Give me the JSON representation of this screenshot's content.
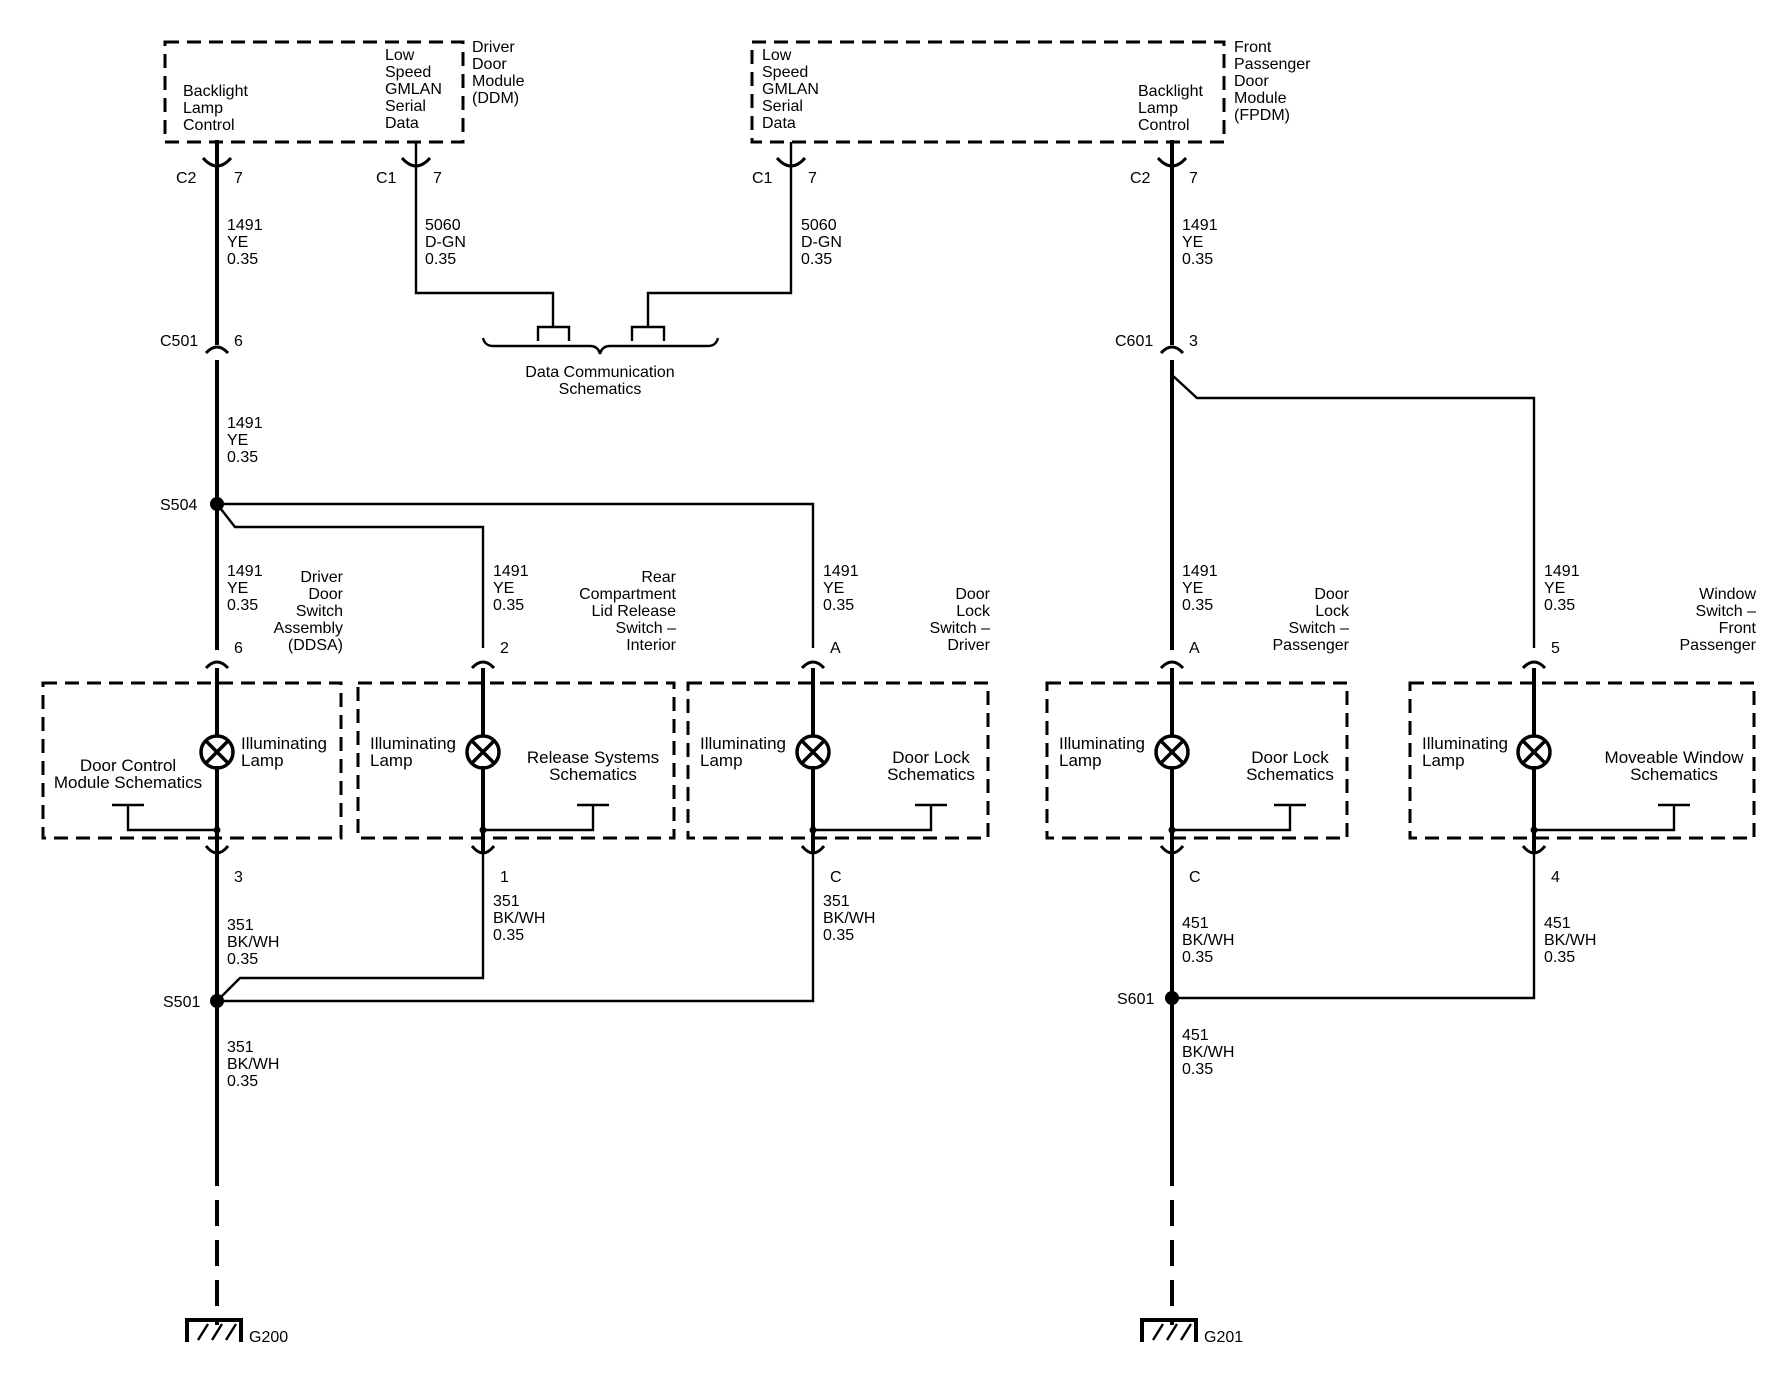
{
  "modules": {
    "ddm": {
      "name": [
        "Driver",
        "Door",
        "Module",
        "(DDM)"
      ],
      "backlight": [
        "Backlight",
        "Lamp",
        "Control"
      ],
      "gmlan": [
        "Low",
        "Speed",
        "GMLAN",
        "Serial",
        "Data"
      ]
    },
    "fpdm": {
      "name": [
        "Front",
        "Passenger",
        "Door",
        "Module",
        "(FPDM)"
      ],
      "backlight": [
        "Backlight",
        "Lamp",
        "Control"
      ],
      "gmlan": [
        "Low",
        "Speed",
        "GMLAN",
        "Serial",
        "Data"
      ]
    }
  },
  "connectors": {
    "ddm_c2": {
      "conn": "C2",
      "pin": "7"
    },
    "ddm_c1": {
      "conn": "C1",
      "pin": "7"
    },
    "fpdm_c1": {
      "conn": "C1",
      "pin": "7"
    },
    "fpdm_c2": {
      "conn": "C2",
      "pin": "7"
    },
    "c501": {
      "conn": "C501",
      "pin": "6"
    },
    "c601": {
      "conn": "C601",
      "pin": "3"
    }
  },
  "splices": {
    "s504": "S504",
    "s501": "S501",
    "s601": "S601"
  },
  "grounds": {
    "g200": "G200",
    "g201": "G201"
  },
  "data_comm": [
    "Data Communication",
    "Schematics"
  ],
  "wires": {
    "w_ddm_1": [
      "1491",
      "YE",
      "0.35"
    ],
    "w_ddm_5060": [
      "5060",
      "D-GN",
      "0.35"
    ],
    "w_fpdm_5060": [
      "5060",
      "D-GN",
      "0.35"
    ],
    "w_fpdm_1": [
      "1491",
      "YE",
      "0.35"
    ],
    "w_ddm_2": [
      "1491",
      "YE",
      "0.35"
    ],
    "w_ddsa_in": [
      "1491",
      "YE",
      "0.35"
    ],
    "w_rear_in": [
      "1491",
      "YE",
      "0.35"
    ],
    "w_dls_in": [
      "1491",
      "YE",
      "0.35"
    ],
    "w_dlp_in": [
      "1491",
      "YE",
      "0.35"
    ],
    "w_win_in": [
      "1491",
      "YE",
      "0.35"
    ],
    "w_ddsa_out": [
      "351",
      "BK/WH",
      "0.35"
    ],
    "w_rear_out": [
      "351",
      "BK/WH",
      "0.35"
    ],
    "w_dls_out": [
      "351",
      "BK/WH",
      "0.35"
    ],
    "w_g200": [
      "351",
      "BK/WH",
      "0.35"
    ],
    "w_dlp_out": [
      "451",
      "BK/WH",
      "0.35"
    ],
    "w_win_out": [
      "451",
      "BK/WH",
      "0.35"
    ],
    "w_g201": [
      "451",
      "BK/WH",
      "0.35"
    ]
  },
  "components": {
    "ddsa": {
      "name": [
        "Driver",
        "Door",
        "Switch",
        "Assembly",
        "(DDSA)"
      ],
      "pin_in": "6",
      "pin_out": "3",
      "lamp": [
        "Illuminating",
        "Lamp"
      ],
      "ref": [
        "Door Control",
        "Module Schematics"
      ]
    },
    "rear": {
      "name": [
        "Rear",
        "Compartment",
        "Lid Release",
        "Switch –",
        "Interior"
      ],
      "pin_in": "2",
      "pin_out": "1",
      "lamp": [
        "Illuminating",
        "Lamp"
      ],
      "ref": [
        "Release Systems",
        "Schematics"
      ]
    },
    "dls": {
      "name": [
        "Door",
        "Lock",
        "Switch –",
        "Driver"
      ],
      "pin_in": "A",
      "pin_out": "C",
      "lamp": [
        "Illuminating",
        "Lamp"
      ],
      "ref": [
        "Door Lock",
        "Schematics"
      ]
    },
    "dlp": {
      "name": [
        "Door",
        "Lock",
        "Switch –",
        "Passenger"
      ],
      "pin_in": "A",
      "pin_out": "C",
      "lamp": [
        "Illuminating",
        "Lamp"
      ],
      "ref": [
        "Door Lock",
        "Schematics"
      ]
    },
    "win": {
      "name": [
        "Window",
        "Switch –",
        "Front",
        "Passenger"
      ],
      "pin_in": "5",
      "pin_out": "4",
      "lamp": [
        "Illuminating",
        "Lamp"
      ],
      "ref": [
        "Moveable Window",
        "Schematics"
      ]
    }
  }
}
